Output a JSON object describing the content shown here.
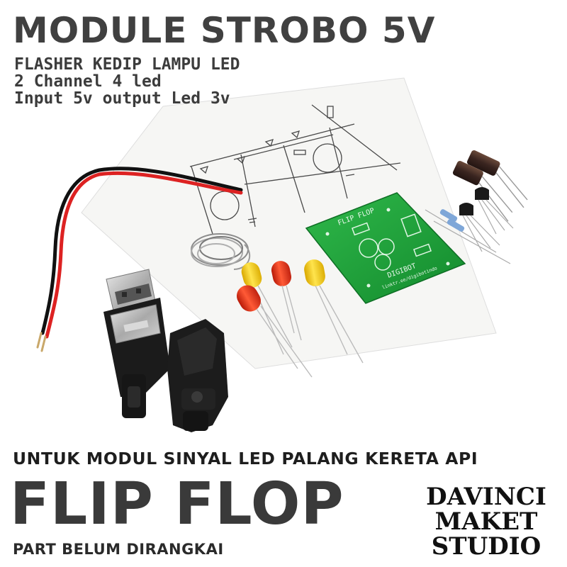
{
  "header": {
    "title": "MODULE STROBO 5V",
    "lines": [
      "FLASHER KEDIP LAMPU LED",
      "2 Channel 4 led",
      "Input 5v output Led 3v"
    ]
  },
  "photo": {
    "pcb_label_top": "FLIP FLOP",
    "pcb_label_bottom": "DIGIBOT",
    "pcb_url": "linktr.ee/digibotindo"
  },
  "footer": {
    "tagline": "UNTUK MODUL SINYAL LED PALANG KERETA API",
    "product_name": "FLIP FLOP",
    "note": "PART BELUM DIRANGKAI",
    "brand_lines": [
      "DAVINCI",
      "MAKET",
      "STUDIO"
    ]
  },
  "colors": {
    "pcb_green": "#1f9a3a",
    "led_red": "#e23a1c",
    "led_yellow": "#f2cc1a",
    "text_gray": "#3a3a3a"
  }
}
